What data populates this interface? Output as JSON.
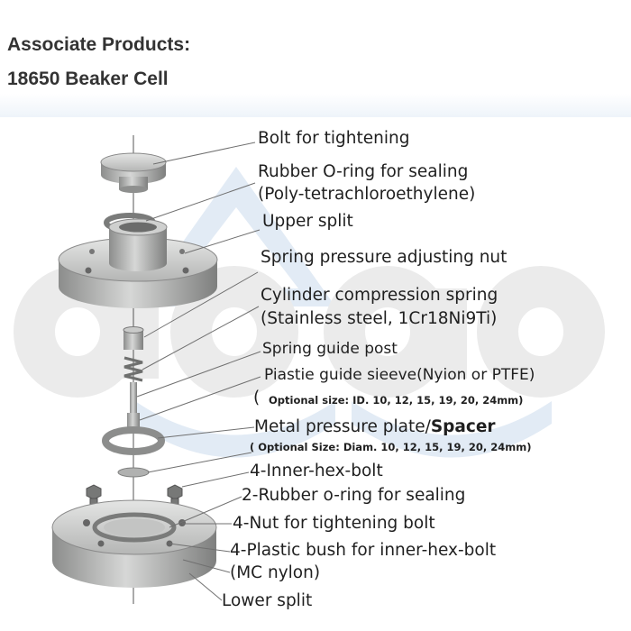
{
  "header": {
    "line1": "Associate Products:",
    "line2": "18650 Beaker Cell"
  },
  "labels": {
    "bolt": "Bolt for tightening",
    "oring1": "Rubber O-ring for sealing",
    "oring2": "(Poly-tetrachloroethylene)",
    "upper": "Upper split",
    "nut": "Spring pressure adjusting nut",
    "spring1": "Cylinder compression spring",
    "spring2": "(Stainless steel, 1Cr18Ni9Ti)",
    "guide_post": "Spring guide post",
    "sleeve": "Piastie guide sieeve(Nyion or PTFE)",
    "sleeve_open": "(",
    "sleeve_opt": "Optional size: ID. 10, 12, 15, 19, 20, 24mm)",
    "plate_a": "Metal pressure plate/",
    "plate_b": "Spacer",
    "plate_opt": "( Optional Size: Diam. 10, 12, 15, 19, 20, 24mm)",
    "hexbolt": "4-Inner-hex-bolt",
    "oring3": "2-Rubber o-ring for sealing",
    "nut4": "4-Nut for tightening bolt",
    "bush1": "4-Plastic bush for inner-hex-bolt",
    "bush2": "(MC nylon)",
    "lower": "Lower split"
  },
  "colors": {
    "text": "#1f1f1f",
    "header_text": "#333333",
    "watermark_gray": "#ebebeb",
    "watermark_blue": "#dfe9f4",
    "metal_light": "#d3d4d3",
    "metal_dark": "#8c8d8c",
    "leader": "#707070"
  }
}
